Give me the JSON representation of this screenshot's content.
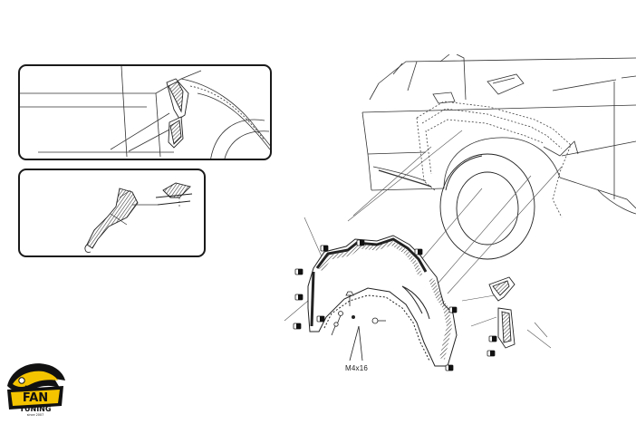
{
  "diagram": {
    "fastener_label": "M4x16",
    "brand": {
      "word_top": "FAN",
      "word_bottom": "TUNING",
      "tag": "since 2007"
    },
    "colors": {
      "line": "#222222",
      "hatch": "#555555",
      "logo_yellow": "#f5c400",
      "logo_black": "#111111"
    }
  }
}
